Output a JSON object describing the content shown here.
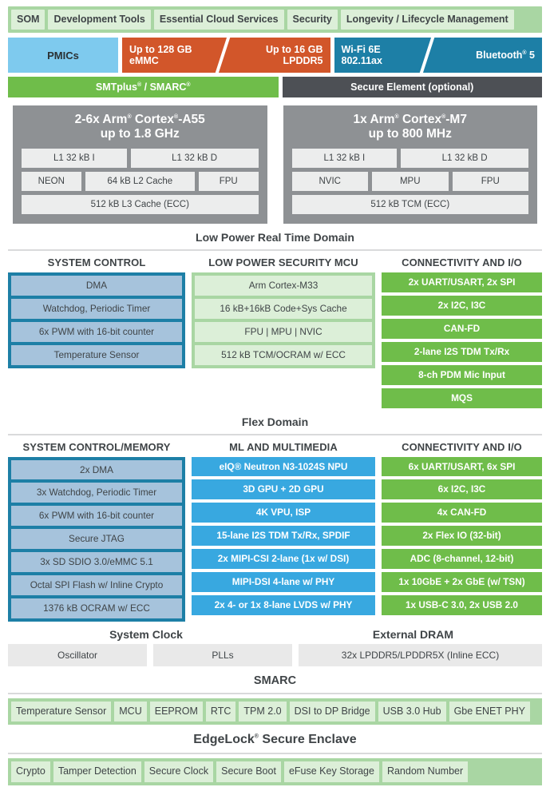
{
  "som_band": {
    "items": [
      {
        "label": "SOM"
      },
      {
        "label": "Development Tools"
      },
      {
        "label": "Essential Cloud Services"
      },
      {
        "label": "Security"
      },
      {
        "label": "Longevity / Lifecycle Management"
      }
    ]
  },
  "memory_band": {
    "pmics": "PMICs",
    "emmc": "Up to 128 GB\neMMC",
    "emmc_line1": "Up to 128 GB",
    "emmc_line2": "eMMC",
    "lpddr_line1": "Up to 16 GB",
    "lpddr_line2": "LPDDR5",
    "wifi_line1": "Wi-Fi 6E",
    "wifi_line2": "802.11ax",
    "bluetooth": "Bluetooth",
    "bluetooth_suffix": "5"
  },
  "smt_band": {
    "smtplus": "SMTplus",
    "smarc": "/ SMARC",
    "secure_element": "Secure Element (optional)"
  },
  "cpu": {
    "a55": {
      "title_line1": "2-6x Arm",
      "title_mid": "Cortex",
      "title_line1_end": "-A55",
      "title_line2": "up to 1.8 GHz",
      "rows": [
        [
          "L1 32 kB I",
          "L1 32 kB D"
        ],
        [
          "NEON",
          "64 kB L2 Cache",
          "FPU"
        ],
        [
          "512 kB L3 Cache (ECC)"
        ]
      ]
    },
    "m7": {
      "title_line1": "1x Arm",
      "title_mid": "Cortex",
      "title_line1_end": "-M7",
      "title_line2": "up to 800 MHz",
      "rows": [
        [
          "L1 32 kB I",
          "L1 32 kB D"
        ],
        [
          "NVIC",
          "MPU",
          "FPU"
        ],
        [
          "512 kB TCM (ECC)"
        ]
      ]
    }
  },
  "domains": {
    "low_power": {
      "label": "Low Power Real Time Domain",
      "columns": [
        {
          "heading": "SYSTEM CONTROL",
          "style": "blue-box",
          "items": [
            "DMA",
            "Watchdog, Periodic Timer",
            "6x PWM with 16-bit counter",
            "Temperature Sensor"
          ]
        },
        {
          "heading": "LOW POWER SECURITY MCU",
          "style": "lgreen-box",
          "items": [
            "Arm Cortex-M33",
            "16 kB+16kB Code+Sys Cache",
            "FPU | MPU | NVIC",
            "512 kB TCM/OCRAM w/ ECC"
          ]
        },
        {
          "heading": "CONNECTIVITY AND I/O",
          "style": "plain-green",
          "items": [
            "2x UART/USART, 2x SPI",
            "2x I2C, I3C",
            "CAN-FD",
            "2-lane I2S TDM Tx/Rx",
            "8-ch PDM Mic Input",
            "MQS"
          ]
        }
      ]
    },
    "flex": {
      "label": "Flex Domain",
      "columns": [
        {
          "heading": "SYSTEM CONTROL/MEMORY",
          "style": "blue-box",
          "items": [
            "2x DMA",
            "3x Watchdog, Periodic Timer",
            "6x PWM with 16-bit counter",
            "Secure JTAG",
            "3x SD SDIO 3.0/eMMC 5.1",
            "Octal SPI Flash w/ Inline Crypto",
            "1376 kB OCRAM w/ ECC"
          ]
        },
        {
          "heading": "ML AND MULTIMEDIA",
          "style": "plain-cyan",
          "items": [
            "eIQ® Neutron N3-1024S NPU",
            "3D GPU + 2D GPU",
            "4K VPU, ISP",
            "15-lane I2S TDM Tx/Rx, SPDIF",
            "2x MIPI-CSI 2-lane (1x w/ DSI)",
            "MIPI-DSI 4-lane w/ PHY",
            "2x 4- or 1x 8-lane LVDS w/ PHY"
          ]
        },
        {
          "heading": "CONNECTIVITY AND I/O",
          "style": "plain-green",
          "items": [
            "6x UART/USART, 6x SPI",
            "6x I2C, I3C",
            "4x CAN-FD",
            "2x Flex IO (32-bit)",
            "ADC (8-channel, 12-bit)",
            "1x 10GbE + 2x GbE (w/ TSN)",
            "1x USB-C 3.0, 2x USB 2.0"
          ]
        }
      ]
    }
  },
  "clock_dram": {
    "system_clock_heading": "System Clock",
    "external_dram_heading": "External DRAM",
    "oscillator": "Oscillator",
    "plls": "PLLs",
    "dram": "32x LPDDR5/LPDDR5X (Inline ECC)"
  },
  "smarc": {
    "title": "SMARC",
    "items": [
      "Temperature Sensor",
      "MCU",
      "EEPROM",
      "RTC",
      "TPM 2.0",
      "DSI to DP Bridge",
      "USB 3.0 Hub",
      "Gbe ENET PHY"
    ]
  },
  "edgelock": {
    "title_prefix": "EdgeLock",
    "title_suffix": "Secure Enclave",
    "items": [
      "Crypto",
      "Tamper Detection",
      "Secure Clock",
      "Secure Boot",
      "eFuse Key Storage",
      "Random Number"
    ]
  },
  "colors": {
    "green": "#6fbd4a",
    "light_green": "#a9d6a3",
    "pale_green": "#dcefd8",
    "teal": "#1d7fa6",
    "cyan": "#38a8e0",
    "steel_blue": "#a6c3dc",
    "sky": "#7ecaee",
    "orange": "#d2562a",
    "dark_gray": "#4d5055",
    "cpu_gray": "#8e9194",
    "light_gray": "#e9e9e9"
  }
}
